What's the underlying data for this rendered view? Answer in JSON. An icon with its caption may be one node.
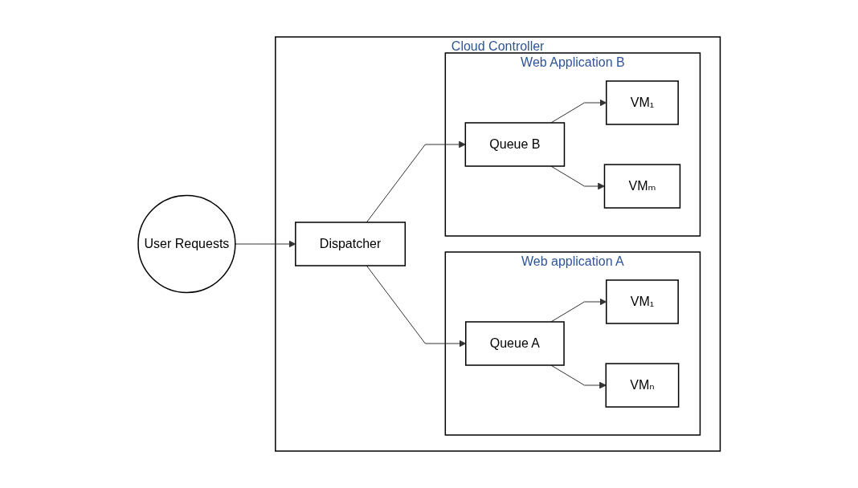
{
  "diagram": {
    "nodes": [
      {
        "text": [
          "Cloud Controller"
        ]
      },
      {
        "text": [
          "User Requests"
        ]
      },
      {
        "text": [
          "Dispatcher"
        ],
        "in": 0
      },
      {
        "text": [
          "Web application A"
        ],
        "in": 0
      },
      {
        "text": [
          "Queue A"
        ],
        "in": 3
      },
      {
        "text": [
          "VM₁"
        ],
        "in": 3
      },
      {
        "text": [
          "VMₙ"
        ],
        "in": 3
      },
      {
        "text": [
          "Web Application B"
        ],
        "in": 0
      },
      {
        "text": [
          "Queue B"
        ],
        "in": 7
      },
      {
        "text": [
          "VM₁"
        ],
        "in": 7
      },
      {
        "text": [
          "VMₘ"
        ],
        "in": 7
      }
    ],
    "edges": [
      {
        "from": 1,
        "to": 2,
        "arrow": "to"
      },
      {
        "from": 2,
        "to": 4,
        "arrow": "to"
      },
      {
        "from": 2,
        "to": 8,
        "arrow": "to"
      },
      {
        "from": 4,
        "to": 5,
        "arrow": "to"
      },
      {
        "from": 4,
        "to": 6,
        "arrow": "to"
      },
      {
        "from": 8,
        "to": 9,
        "arrow": "to"
      },
      {
        "from": 8,
        "to": 10,
        "arrow": "to"
      }
    ]
  }
}
